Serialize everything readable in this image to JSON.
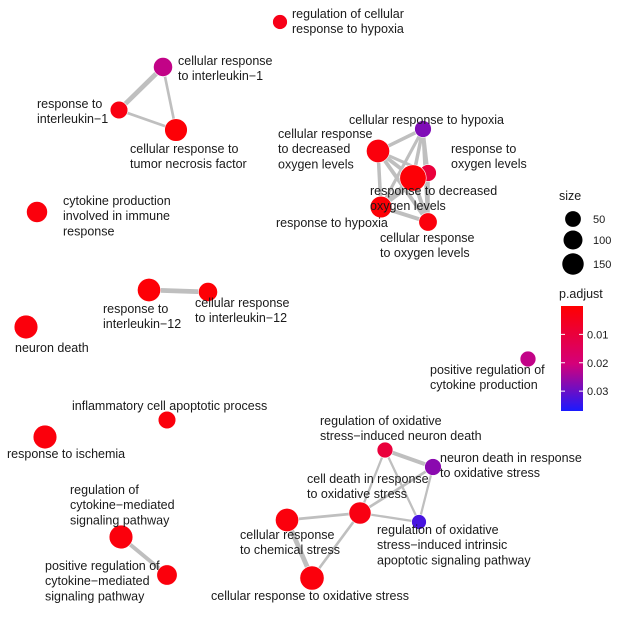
{
  "chart_data": {
    "type": "network",
    "nodes": [
      {
        "id": "hypoxia_reg",
        "label": [
          "regulation of cellular",
          "response to hypoxia"
        ],
        "size": 15,
        "p_adjust": 0.004
      },
      {
        "id": "cr_il1",
        "label": [
          "cellular response",
          "to interleukin−1"
        ],
        "size": 40,
        "p_adjust": 0.022
      },
      {
        "id": "r_il1",
        "label": [
          "response to",
          "interleukin−1"
        ],
        "size": 30,
        "p_adjust": 0.003
      },
      {
        "id": "cr_tnf",
        "label": [
          "cellular response to",
          "tumor necrosis factor"
        ],
        "size": 70,
        "p_adjust": 0.001
      },
      {
        "id": "cr_hypoxia",
        "label": [
          "cellular response to hypoxia"
        ],
        "size": 25,
        "p_adjust": 0.028
      },
      {
        "id": "cr_dec_o2",
        "label": [
          "cellular response",
          "to decreased",
          "oxygen levels"
        ],
        "size": 75,
        "p_adjust": 0.002
      },
      {
        "id": "r_o2",
        "label": [
          "response to",
          "oxygen levels"
        ],
        "size": 25,
        "p_adjust": 0.01
      },
      {
        "id": "r_dec_o2",
        "label": [
          "response to decreased",
          "oxygen levels"
        ],
        "size": 110,
        "p_adjust": 0.001
      },
      {
        "id": "r_hypoxia",
        "label": [
          "response to hypoxia"
        ],
        "size": 60,
        "p_adjust": 0.001
      },
      {
        "id": "cr_o2",
        "label": [
          "cellular response",
          "to oxygen levels"
        ],
        "size": 35,
        "p_adjust": 0.002
      },
      {
        "id": "cytokine_prod",
        "label": [
          "cytokine production",
          "involved in immune",
          "response"
        ],
        "size": 55,
        "p_adjust": 0.002
      },
      {
        "id": "r_il12",
        "label": [
          "response to",
          "interleukin−12"
        ],
        "size": 75,
        "p_adjust": 0.001
      },
      {
        "id": "cr_il12",
        "label": [
          "cellular response",
          "to interleukin−12"
        ],
        "size": 40,
        "p_adjust": 0.001
      },
      {
        "id": "neuron_death",
        "label": [
          "neuron death"
        ],
        "size": 80,
        "p_adjust": 0.002
      },
      {
        "id": "pos_reg_cyto",
        "label": [
          "positive regulation of",
          "cytokine production"
        ],
        "size": 20,
        "p_adjust": 0.022
      },
      {
        "id": "infl_apop",
        "label": [
          "inflammatory cell apoptotic process"
        ],
        "size": 30,
        "p_adjust": 0.002
      },
      {
        "id": "ischemia",
        "label": [
          "response to ischemia"
        ],
        "size": 80,
        "p_adjust": 0.002
      },
      {
        "id": "reg_ox_neuron",
        "label": [
          "regulation of oxidative",
          "stress−induced neuron death"
        ],
        "size": 20,
        "p_adjust": 0.01
      },
      {
        "id": "neuron_death_ox",
        "label": [
          "neuron death in response",
          "to oxidative stress"
        ],
        "size": 25,
        "p_adjust": 0.027
      },
      {
        "id": "cell_death_ox",
        "label": [
          "cell death in response",
          "to oxidative stress"
        ],
        "size": 65,
        "p_adjust": 0.003
      },
      {
        "id": "cr_chem",
        "label": [
          "cellular response",
          "to chemical stress"
        ],
        "size": 75,
        "p_adjust": 0.002
      },
      {
        "id": "reg_ox_apop",
        "label": [
          "regulation of oxidative",
          "stress−induced intrinsic",
          "apoptotic signaling pathway"
        ],
        "size": 15,
        "p_adjust": 0.033
      },
      {
        "id": "cr_ox",
        "label": [
          "cellular response to oxidative stress"
        ],
        "size": 85,
        "p_adjust": 0.002
      },
      {
        "id": "reg_cyto_sig",
        "label": [
          "regulation of",
          "cytokine−mediated",
          "signaling pathway"
        ],
        "size": 80,
        "p_adjust": 0.002
      },
      {
        "id": "pos_reg_cyto_sig",
        "label": [
          "positive regulation of",
          "cytokine−mediated",
          "signaling pathway"
        ],
        "size": 50,
        "p_adjust": 0.002
      }
    ],
    "edges": [
      {
        "source": "cr_il1",
        "target": "r_il1",
        "weight": 0.9
      },
      {
        "source": "cr_il1",
        "target": "cr_tnf",
        "weight": 0.4
      },
      {
        "source": "r_il1",
        "target": "cr_tnf",
        "weight": 0.4
      },
      {
        "source": "cr_hypoxia",
        "target": "cr_dec_o2",
        "weight": 0.6
      },
      {
        "source": "cr_hypoxia",
        "target": "r_o2",
        "weight": 0.5
      },
      {
        "source": "cr_hypoxia",
        "target": "r_dec_o2",
        "weight": 0.6
      },
      {
        "source": "cr_hypoxia",
        "target": "r_hypoxia",
        "weight": 0.5
      },
      {
        "source": "cr_hypoxia",
        "target": "cr_o2",
        "weight": 0.6
      },
      {
        "source": "cr_dec_o2",
        "target": "r_o2",
        "weight": 0.5
      },
      {
        "source": "cr_dec_o2",
        "target": "r_dec_o2",
        "weight": 0.7
      },
      {
        "source": "cr_dec_o2",
        "target": "r_hypoxia",
        "weight": 0.6
      },
      {
        "source": "cr_dec_o2",
        "target": "cr_o2",
        "weight": 0.7
      },
      {
        "source": "r_o2",
        "target": "r_dec_o2",
        "weight": 0.7
      },
      {
        "source": "r_o2",
        "target": "r_hypoxia",
        "weight": 0.6
      },
      {
        "source": "r_o2",
        "target": "cr_o2",
        "weight": 0.6
      },
      {
        "source": "r_dec_o2",
        "target": "r_hypoxia",
        "weight": 0.9
      },
      {
        "source": "r_dec_o2",
        "target": "cr_o2",
        "weight": 0.7
      },
      {
        "source": "r_hypoxia",
        "target": "cr_o2",
        "weight": 0.7
      },
      {
        "source": "r_il12",
        "target": "cr_il12",
        "weight": 0.9
      },
      {
        "source": "reg_ox_neuron",
        "target": "neuron_death_ox",
        "weight": 0.7
      },
      {
        "source": "reg_ox_neuron",
        "target": "cell_death_ox",
        "weight": 0.3
      },
      {
        "source": "reg_ox_neuron",
        "target": "reg_ox_apop",
        "weight": 0.3
      },
      {
        "source": "neuron_death_ox",
        "target": "cell_death_ox",
        "weight": 0.4
      },
      {
        "source": "neuron_death_ox",
        "target": "reg_ox_apop",
        "weight": 0.3
      },
      {
        "source": "cell_death_ox",
        "target": "reg_ox_apop",
        "weight": 0.3
      },
      {
        "source": "cell_death_ox",
        "target": "cr_chem",
        "weight": 0.4
      },
      {
        "source": "cell_death_ox",
        "target": "cr_ox",
        "weight": 0.4
      },
      {
        "source": "cr_chem",
        "target": "cr_ox",
        "weight": 0.9
      },
      {
        "source": "reg_cyto_sig",
        "target": "pos_reg_cyto_sig",
        "weight": 0.7
      }
    ],
    "legend": {
      "size": {
        "title": "size",
        "values": [
          50,
          100,
          150
        ]
      },
      "color": {
        "title": "p.adjust",
        "ticks": [
          0.01,
          0.02,
          0.03
        ],
        "tick_labels": [
          "0.01",
          "0.02",
          "0.03"
        ],
        "range": [
          0.0,
          0.037
        ],
        "low_color": "#ff0000",
        "high_color": "#1a1aff"
      }
    }
  }
}
